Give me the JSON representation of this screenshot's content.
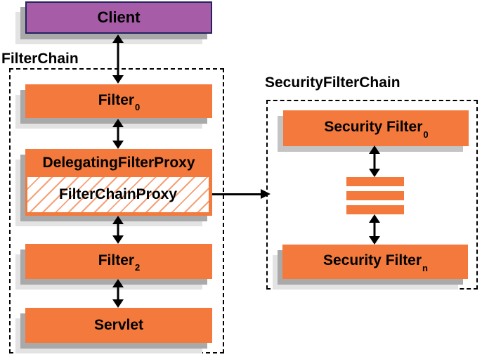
{
  "diagram": {
    "left_section": {
      "client_label": "Client",
      "group_title": "FilterChain",
      "filter0": {
        "text": "Filter",
        "sub": "0"
      },
      "delegating_filter_proxy": "DelegatingFilterProxy",
      "filter_chain_proxy": "FilterChainProxy",
      "filter2": {
        "text": "Filter",
        "sub": "2"
      },
      "servlet": "Servlet"
    },
    "right_section": {
      "group_title": "SecurityFilterChain",
      "security_filter_0": {
        "text": "Security Filter",
        "sub": "0"
      },
      "security_filter_n": {
        "text": "Security Filter",
        "sub": "n"
      },
      "queue_bar_count": 3
    },
    "colors": {
      "box_orange": "#F3793C",
      "hatch_orange": "rgba(242,120,60,0.7)",
      "client_purple": "#A75CA7",
      "client_border_navy": "#23235F",
      "shadow_dark_gray": "#A9A9A9",
      "shadow_light_gray": "#E3E3E3",
      "single_shadow_gray": "#C4C4C4",
      "arrow_black": "#000000"
    }
  }
}
